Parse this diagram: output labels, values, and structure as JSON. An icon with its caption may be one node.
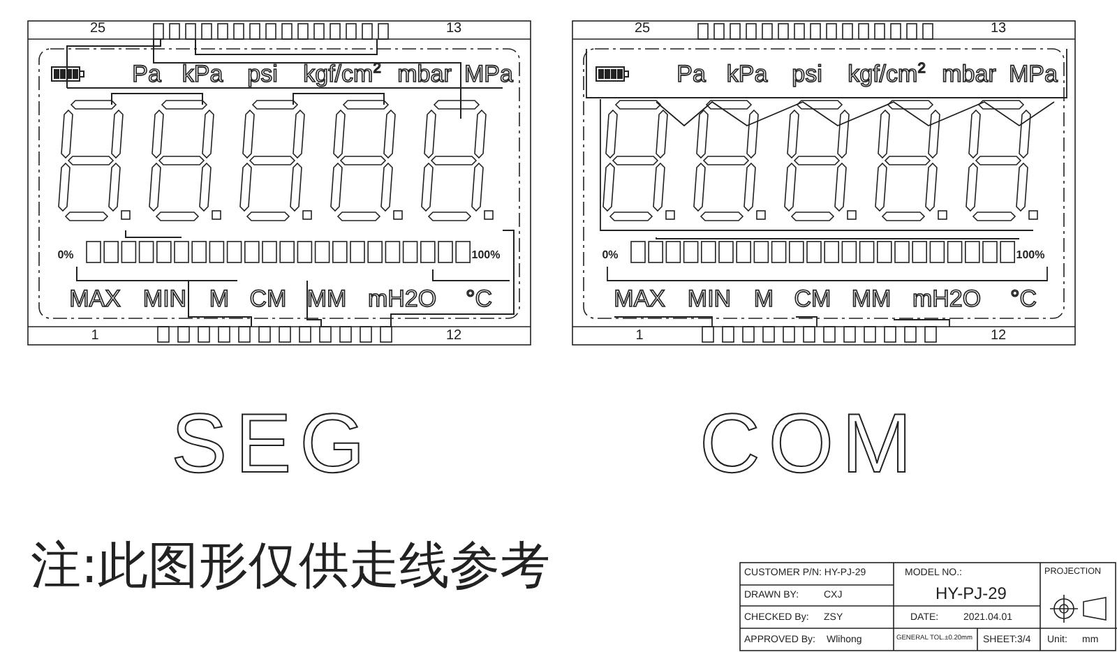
{
  "diagram": {
    "labels": [
      "25",
      "13",
      "Pa",
      "kPa",
      "psi",
      "kgf/cm$^{2}$",
      "mbar",
      "MPa",
      "0%",
      "100%",
      "MAX",
      "MIN",
      "M",
      "CM",
      "MM",
      "mH2O",
      "°C",
      "1",
      "12",
      "25",
      "13",
      "Pa",
      "kPa",
      "psi",
      "kgf/cm$^{2}$",
      "mbar",
      "MPa",
      "0%",
      "100%",
      "MAX",
      "MIN",
      "M",
      "CM",
      "MM",
      "mH2O",
      "°C",
      "1",
      "12",
      "SEG",
      "COM",
      "注:此图形仅供走线参考",
      "CUSTOMER P/N: HY-PJ-29",
      "MODEL NO.:",
      "PROJECTION",
      "DRAWN BY:",
      "CXJ",
      "HY-PJ-29",
      "CHECKED By:",
      "ZSY",
      "DATE:",
      "2021.04.01",
      "APPROVED By:",
      "Wlihong",
      "GENERAL TOL.±0.20mm",
      "SHEET:3/4",
      "Unit:",
      "mm"
    ]
  }
}
